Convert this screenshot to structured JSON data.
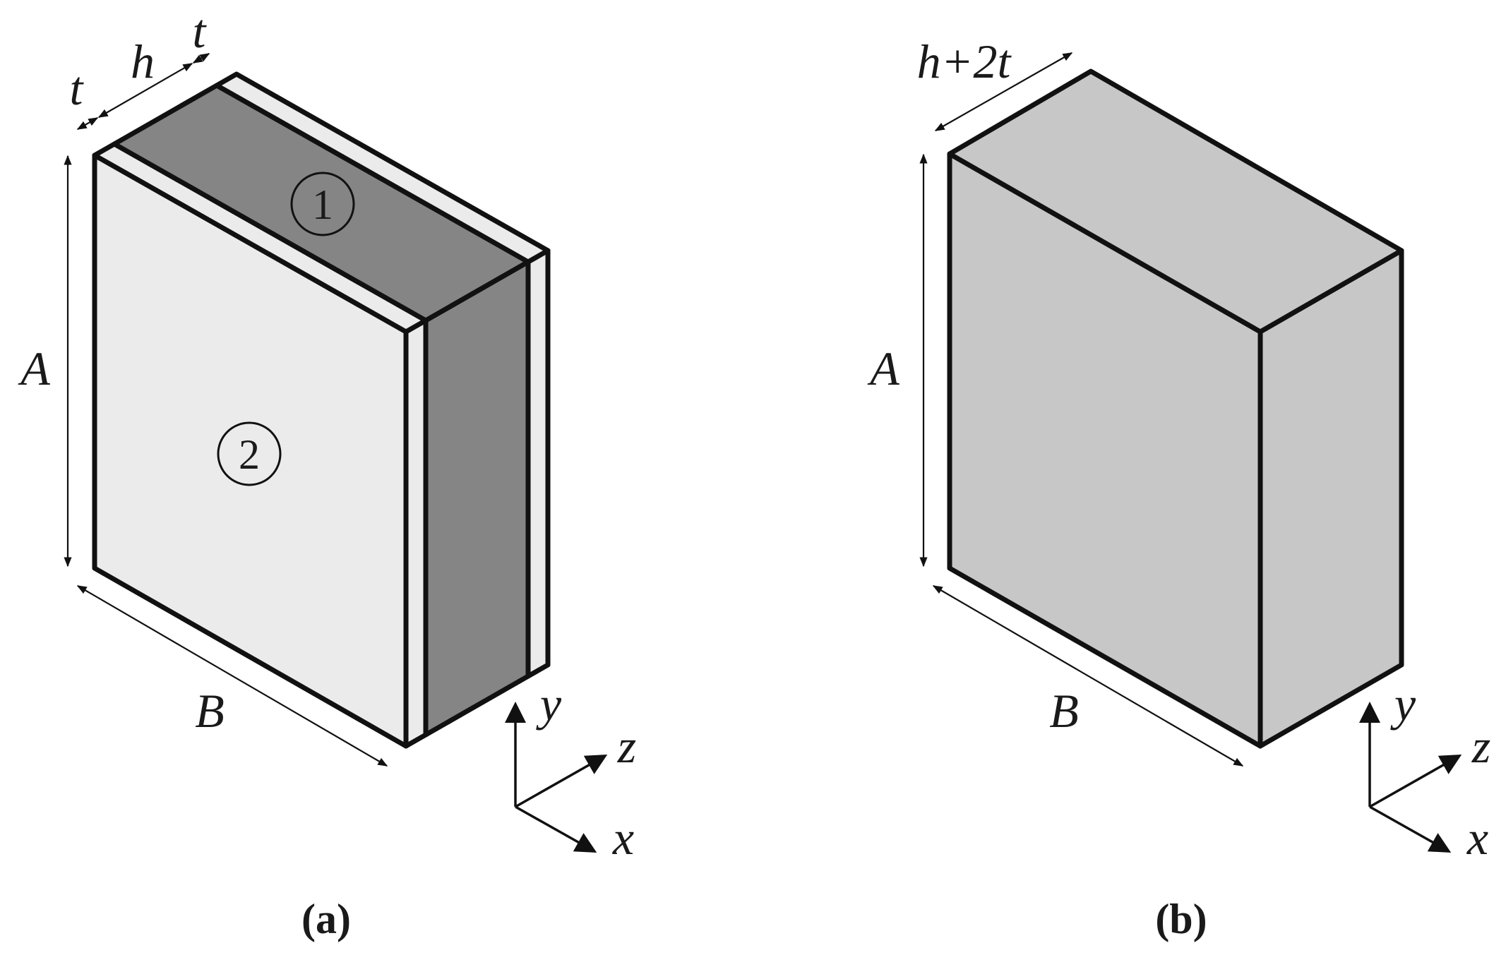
{
  "panels": {
    "a": {
      "caption": "(a)",
      "labels": {
        "t_left": "t",
        "h": "h",
        "t_right": "t",
        "A": "A",
        "B": "B"
      },
      "regions": {
        "inner": "1",
        "outer": "2"
      },
      "axes": {
        "x": "x",
        "y": "y",
        "z": "z"
      }
    },
    "b": {
      "caption": "(b)",
      "labels": {
        "thickness": "h+2t",
        "A": "A",
        "B": "B"
      },
      "axes": {
        "x": "x",
        "y": "y",
        "z": "z"
      }
    }
  },
  "colors": {
    "face_layer": "#ebebeb",
    "core": "#858585",
    "homogenized": "#c6c7c6",
    "edge": "#111111"
  }
}
